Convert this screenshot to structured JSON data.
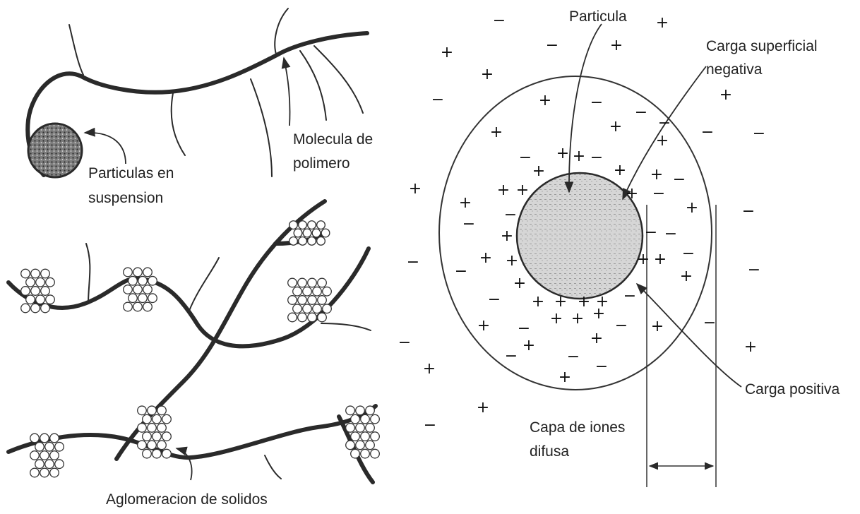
{
  "labels": {
    "suspended_particles": [
      "Particulas en",
      "suspension"
    ],
    "polymer_molecule": [
      "Molecula de",
      "polimero"
    ],
    "solids_agglomeration": "Aglomeracion de solidos",
    "particle": "Particula",
    "negative_surface_charge": [
      "Carga superficial",
      "negativa"
    ],
    "positive_charge": "Carga positiva",
    "diffuse_ion_layer": [
      "Capa de iones",
      "difusa"
    ]
  },
  "symbols": {
    "plus": "+",
    "minus": "−"
  },
  "colors": {
    "line": "#2a2a2a",
    "particle_fill": "#9a9a9a",
    "core_fill": "#c8c8c8"
  }
}
